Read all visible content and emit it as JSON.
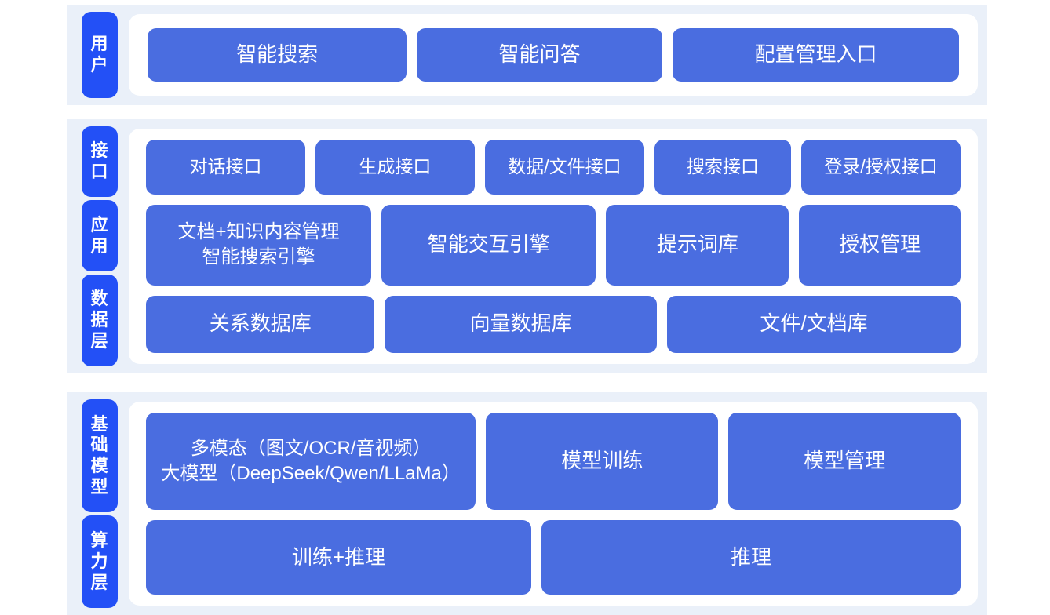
{
  "sections": [
    {
      "id": "user",
      "layers": [
        {
          "label": "用户"
        }
      ],
      "rows": [
        {
          "boxes": [
            {
              "label": "智能搜索"
            },
            {
              "label": "智能问答"
            },
            {
              "label": "配置管理入口"
            }
          ]
        }
      ]
    },
    {
      "id": "platform",
      "layers": [
        {
          "label": "接口"
        },
        {
          "label": "应用"
        },
        {
          "label": "数据层"
        }
      ],
      "rows": [
        {
          "name": "interface-row",
          "boxes": [
            {
              "label": "对话接口"
            },
            {
              "label": "生成接口"
            },
            {
              "label": "数据/文件接口"
            },
            {
              "label": "搜索接口"
            },
            {
              "label": "登录/授权接口"
            }
          ]
        },
        {
          "name": "application-row",
          "boxes": [
            {
              "label": "文档+知识内容管理\n智能搜索引擎"
            },
            {
              "label": "智能交互引擎"
            },
            {
              "label": "提示词库"
            },
            {
              "label": "授权管理"
            }
          ]
        },
        {
          "name": "data-row",
          "boxes": [
            {
              "label": "关系数据库"
            },
            {
              "label": "向量数据库"
            },
            {
              "label": "文件/文档库"
            }
          ]
        }
      ]
    },
    {
      "id": "infrastructure",
      "layers": [
        {
          "label": "基础模型"
        },
        {
          "label": "算力层"
        }
      ],
      "rows": [
        {
          "name": "model-row",
          "boxes": [
            {
              "label": "多模态（图文/OCR/音视频）\n大模型（DeepSeek/Qwen/LLaMa）"
            },
            {
              "label": "模型训练"
            },
            {
              "label": "模型管理"
            }
          ]
        },
        {
          "name": "compute-row",
          "boxes": [
            {
              "label": "训练+推理"
            },
            {
              "label": "推理"
            }
          ]
        }
      ]
    }
  ],
  "colors": {
    "band_background": "#eaf0f9",
    "panel_background": "#ffffff",
    "layer_tab": "#2350f6",
    "content_box": "#4a6de0",
    "text_on_blue": "#ffffff"
  }
}
